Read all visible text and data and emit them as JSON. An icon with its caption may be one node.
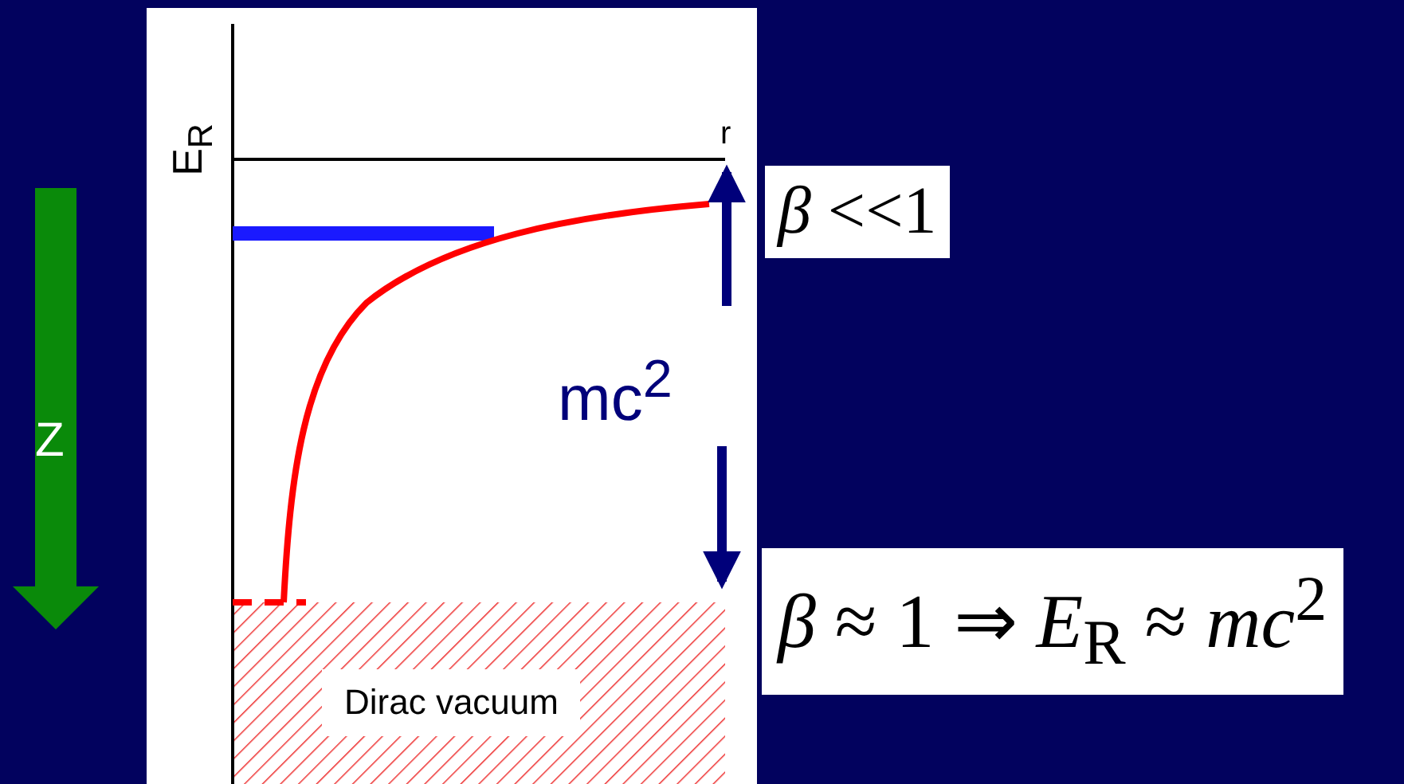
{
  "diagram": {
    "labels": [
      "E$_{R}$",
      "r",
      "Z",
      "mc$^{2}$",
      "*β* <<1",
      "*β* ≈ 1 ⇒ *E*$_{R}$ ≈ *mc*$^{2}$",
      "Dirac vacuum"
    ]
  }
}
